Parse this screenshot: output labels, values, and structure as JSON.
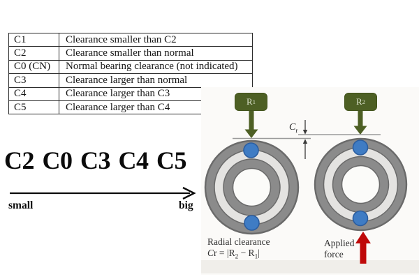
{
  "colors": {
    "green": "#4d5f24",
    "green-dark": "#42531c",
    "red": "#bf0909",
    "ball-blue": "#3f7cc4",
    "ball-stroke": "#2b5d9f",
    "ring-gray": "#8b8b8b",
    "ring-stroke": "#6a6a6a",
    "ring-space": "#e4e3e1",
    "hole": "#fbfbf9",
    "measure-line": "#9a9a9a",
    "dim-dark": "#3a3a3a"
  },
  "clearance_table": {
    "rows": [
      {
        "code": "C1",
        "desc": "Clearance smaller than C2"
      },
      {
        "code": "C2",
        "desc": "Clearance smaller than normal"
      },
      {
        "code": "C0 (CN)",
        "desc": "Normal bearing clearance (not indicated)"
      },
      {
        "code": "C3",
        "desc": "Clearance larger than normal"
      },
      {
        "code": "C4",
        "desc": "Clearance larger than C3"
      },
      {
        "code": "C5",
        "desc": "Clearance larger than C4"
      }
    ]
  },
  "scale": {
    "sequence": "C2 C0 C3 C4 C5",
    "small": "small",
    "big": "big"
  },
  "bearing_diagram": {
    "load1": {
      "letter": "R",
      "sub": "1"
    },
    "load2": {
      "letter": "R",
      "sub": "2"
    },
    "clearance": {
      "letter": "C",
      "sub": "r"
    },
    "caption_left_line1": "Radial clearance",
    "formula": {
      "c": "C",
      "r": "r",
      "eq": " = |R",
      "sub2": "2",
      "minus": " − R",
      "sub1": "1",
      "bar": "|"
    },
    "caption_right_line1": "Applied",
    "caption_right_line2": "force"
  }
}
